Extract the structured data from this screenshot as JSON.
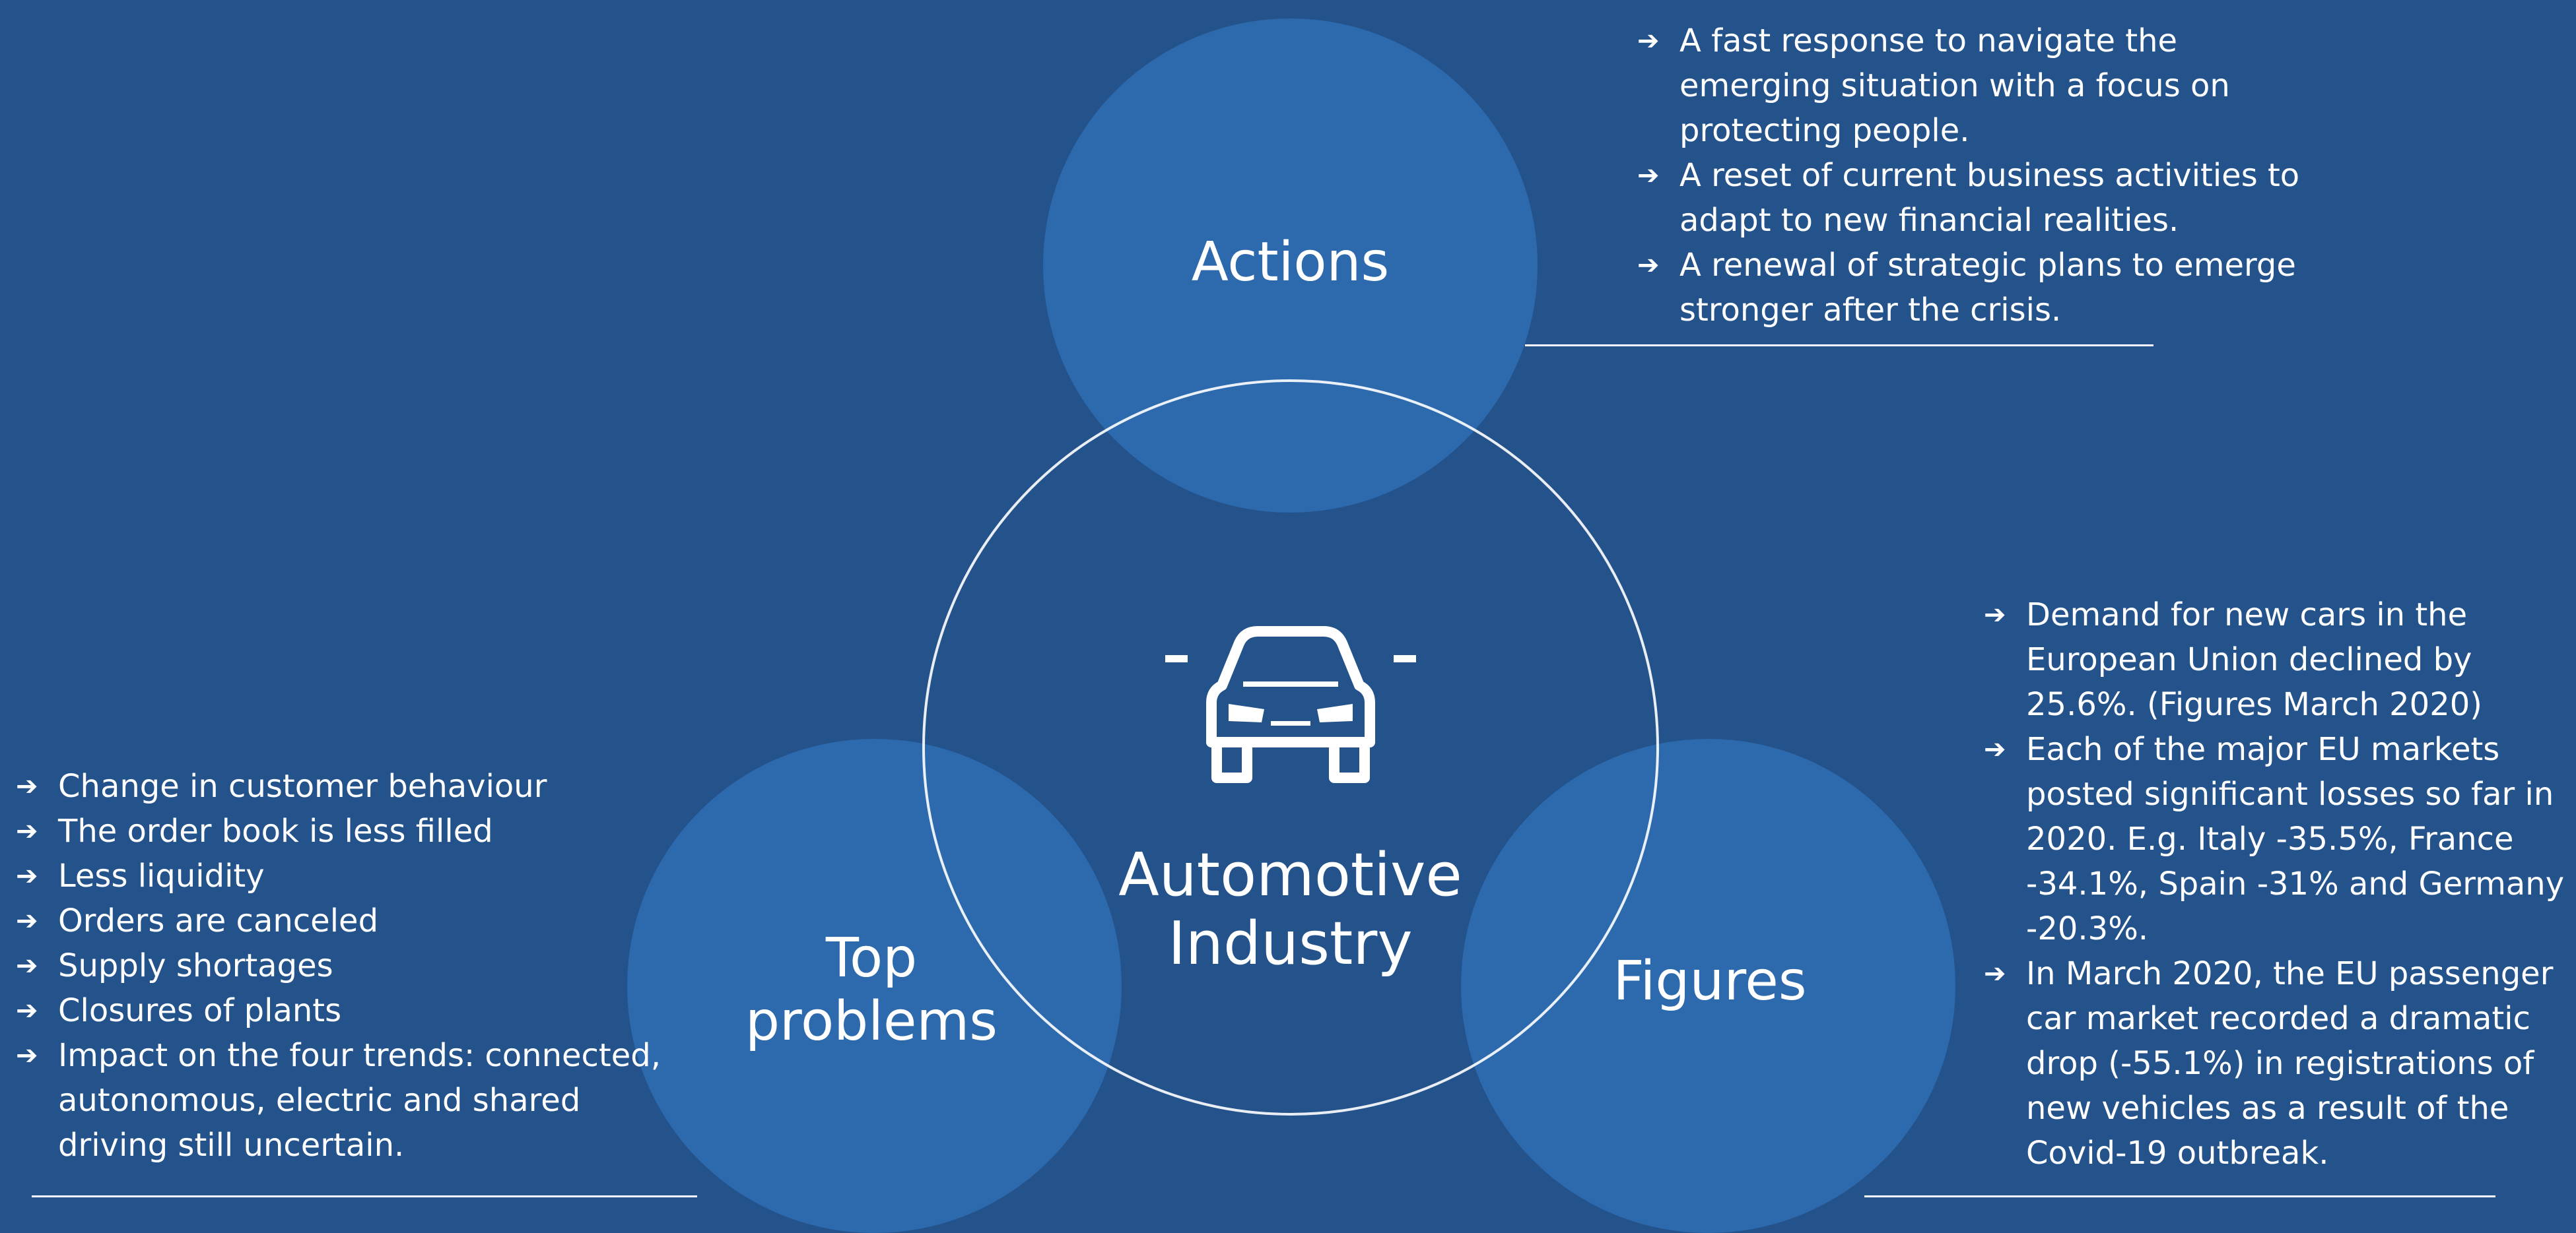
{
  "colors": {
    "background": "#24528b",
    "circle_fill": "#2e6eb4",
    "text": "#ffffff"
  },
  "center": {
    "icon": "car-icon",
    "label": "Automotive Industry"
  },
  "actions": {
    "label": "Actions",
    "items": [
      "A fast response to navigate the emerging situation with a focus on protecting people.",
      "A reset of current business activities to adapt to new financial realities.",
      "A renewal of strategic plans to emerge stronger after the crisis."
    ]
  },
  "problems": {
    "label": "Top problems",
    "items": [
      "Change in customer behaviour",
      "The order book is less filled",
      "Less liquidity",
      "Orders are canceled",
      "Supply shortages",
      "Closures of plants",
      "Impact on the four trends: connected, autonomous, electric and shared driving still uncertain."
    ]
  },
  "figures": {
    "label": "Figures",
    "items": [
      "Demand for new cars in the European Union declined by 25.6%. (Figures March 2020)",
      "Each of the major EU markets posted significant losses so far in 2020. E.g. Italy -35.5%, France -34.1%, Spain -31% and Germany -20.3%.",
      "In March 2020, the EU passenger car market recorded a dramatic drop (-55.1%) in registrations of new vehicles as a result of the Covid-19 outbreak."
    ]
  },
  "bullet_glyph": "➔"
}
